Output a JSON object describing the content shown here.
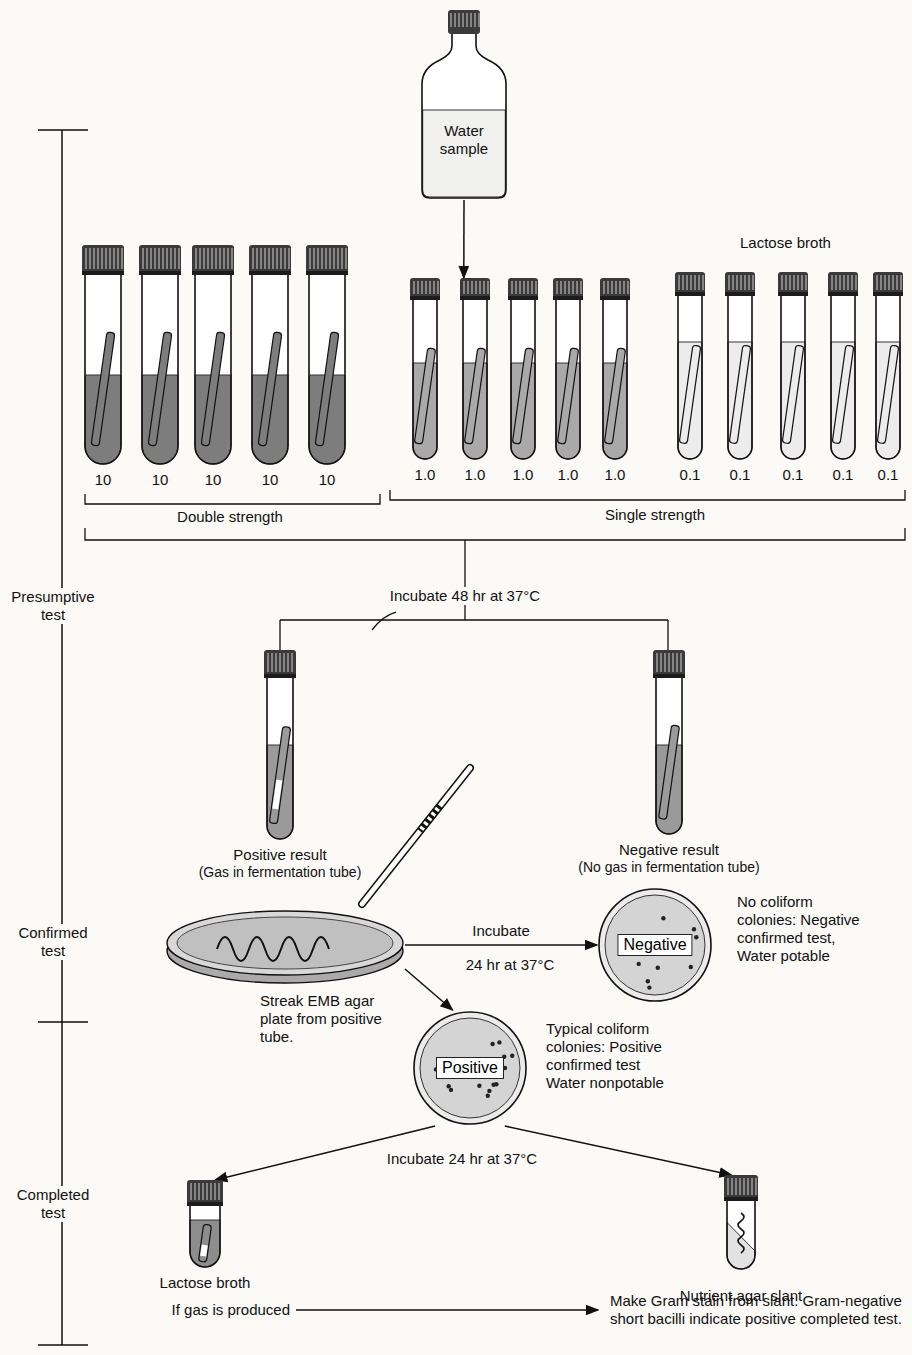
{
  "diagram": {
    "nodes": [
      {
        "text": [
          "Water sample"
        ]
      },
      {
        "text": [
          "10"
        ]
      },
      {
        "text": [
          "10"
        ]
      },
      {
        "text": [
          "10"
        ]
      },
      {
        "text": [
          "10"
        ]
      },
      {
        "text": [
          "10"
        ]
      },
      {
        "text": [
          "1.0"
        ]
      },
      {
        "text": [
          "1.0"
        ]
      },
      {
        "text": [
          "1.0"
        ]
      },
      {
        "text": [
          "1.0"
        ]
      },
      {
        "text": [
          "1.0"
        ]
      },
      {
        "text": [
          "0.1"
        ]
      },
      {
        "text": [
          "0.1"
        ]
      },
      {
        "text": [
          "0.1"
        ]
      },
      {
        "text": [
          "0.1"
        ]
      },
      {
        "text": [
          "0.1"
        ]
      },
      {
        "text": [
          "Positive result",
          "(Gas in fermentation tube)"
        ]
      },
      {
        "text": [
          "Negative result",
          "(No gas in fermentation tube)"
        ]
      },
      {
        "text": [
          "Streak EMB agar plate from positive tube."
        ]
      },
      {
        "text": [
          "Negative",
          "No coliform colonies: Negative confirmed test, Water potable"
        ]
      },
      {
        "text": [
          "Positive",
          "Typical coliform colonies: Positive confirmed test Water nonpotable"
        ]
      },
      {
        "text": [
          "Lactose broth"
        ]
      },
      {
        "text": [
          "Nutrient agar slant"
        ]
      }
    ],
    "edges": [
      {
        "from": 0,
        "to": 7,
        "arrow": "to"
      },
      {
        "from": 18,
        "to": 19,
        "label": "Incubate",
        "arrow": "to"
      },
      {
        "from": 18,
        "to": 20,
        "arrow": "to"
      },
      {
        "from": 20,
        "to": 21,
        "arrow": "to"
      },
      {
        "from": 20,
        "to": 22,
        "arrow": "to"
      }
    ],
    "labels": [
      "Lactose broth",
      "Double strength",
      "Single strength",
      "Presumptive test",
      "Incubate 48 hr at 37°C",
      "Confirmed test",
      "24 hr at 37°C",
      "Incubate 24 hr at 37°C",
      "Completed test",
      "If gas is produced",
      "Make Gram stain from slant. Gram-negative short bacilli indicate positive completed test."
    ]
  }
}
